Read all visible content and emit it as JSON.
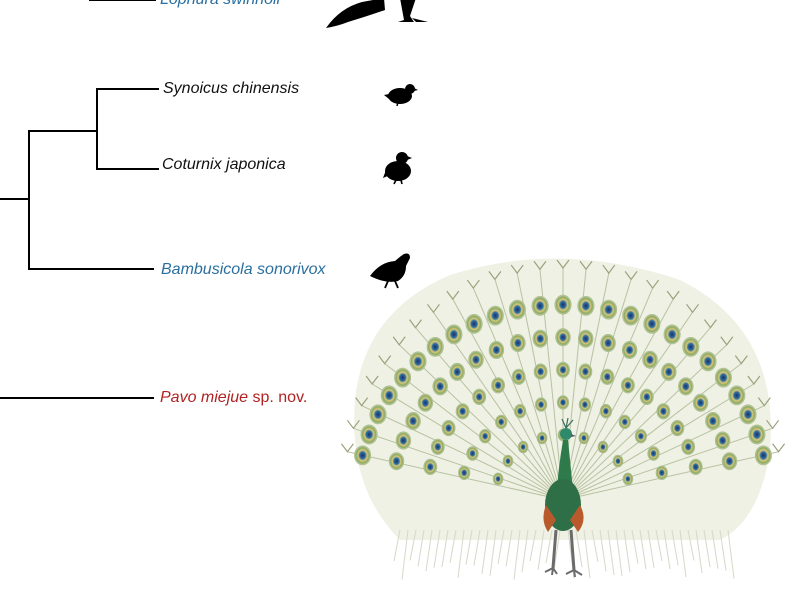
{
  "tree": {
    "taxa": [
      {
        "id": "lophura",
        "name": "Lophura swinhoii",
        "suffix": "",
        "color": "#2a6f9e",
        "silhouette": "pheasant-silhouette-icon"
      },
      {
        "id": "synoicus",
        "name": "Synoicus chinensis",
        "suffix": "",
        "color": "#111111",
        "silhouette": "quail-silhouette-icon"
      },
      {
        "id": "coturnix",
        "name": "Coturnix japonica",
        "suffix": "",
        "color": "#111111",
        "silhouette": "quail-silhouette-icon"
      },
      {
        "id": "bambusicola",
        "name": "Bambusicola sonorivox",
        "suffix": "",
        "color": "#2a6f9e",
        "silhouette": "partridge-silhouette-icon"
      },
      {
        "id": "pavo",
        "name": "Pavo miejue",
        "suffix": " sp. nov.",
        "color": "#b22222",
        "silhouette": "peacock-illustration"
      }
    ]
  }
}
